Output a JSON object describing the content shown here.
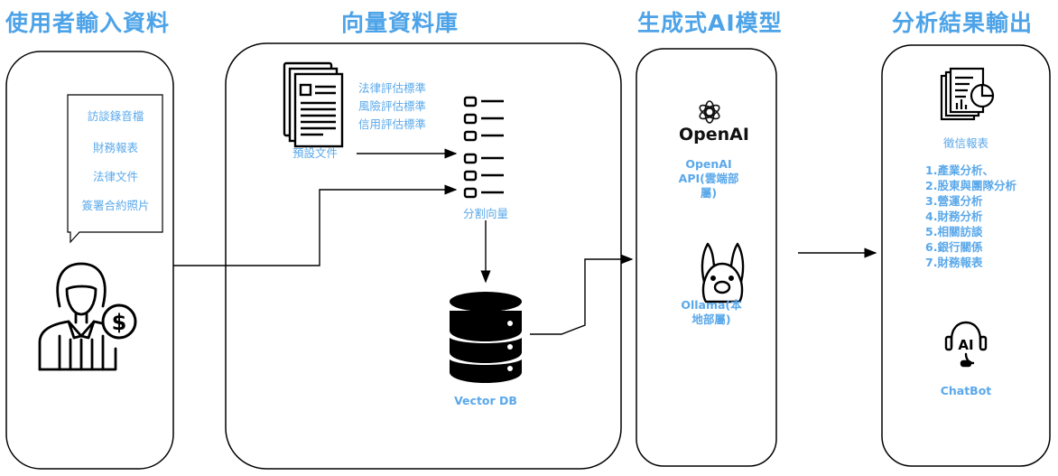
{
  "titles": {
    "input": "使用者輸入資料",
    "vector": "向量資料庫",
    "genai": "生成式AI模型",
    "output": "分析結果輸出"
  },
  "input_items": [
    "訪談錄音檔",
    "財務報表",
    "法律文件",
    "簽署合約照片"
  ],
  "vector_section": {
    "doc_label": "預設文件",
    "standards": [
      "法律評估標準",
      "風險評估標準",
      "信用評估標準"
    ],
    "split_label": "分割向量",
    "db_label": "Vector DB"
  },
  "genai_section": {
    "openai_logo_text": "OpenAI",
    "openai_label": [
      "OpenAI",
      "API(雲端部",
      "屬)"
    ],
    "ollama_label": [
      "Ollama(本",
      "地部屬)"
    ]
  },
  "output_section": {
    "report_label": "徵信報表",
    "analysis_items": [
      "1.產業分析、",
      "2.股東與團隊分析",
      "3.營運分析",
      "4.財務分析",
      "5.相關訪談",
      "6.銀行關係",
      "7.財務報表"
    ],
    "chatbot_icon_text": "AI",
    "chatbot_label": "ChatBot"
  },
  "colors": {
    "accent": "#4DA3E8",
    "label": "#5AA8EA",
    "line": "#000000"
  }
}
